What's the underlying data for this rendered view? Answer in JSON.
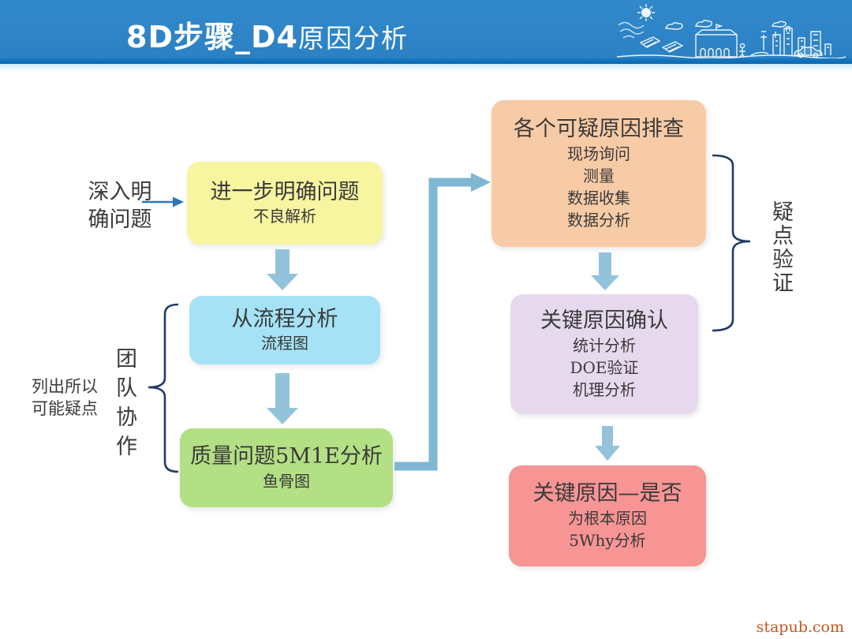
{
  "header": {
    "title_strong": "8D步骤_D4",
    "title_rest": "原因分析"
  },
  "flow": {
    "boxes": [
      {
        "id": "clarify-problem",
        "title": "进一步明确问题",
        "lines": [
          "不良解析"
        ]
      },
      {
        "id": "process-analysis",
        "title": "从流程分析",
        "lines": [
          "流程图"
        ]
      },
      {
        "id": "5m1e-analysis",
        "title": "质量问题5M1E分析",
        "lines": [
          "鱼骨图"
        ]
      },
      {
        "id": "suspect-causes",
        "title": "各个可疑原因排查",
        "lines": [
          "现场询问",
          "测量",
          "数据收集",
          "数据分析"
        ]
      },
      {
        "id": "key-cause-confirm",
        "title": "关键原因确认",
        "lines": [
          "统计分析",
          "DOE验证",
          "机理分析"
        ]
      },
      {
        "id": "root-cause-check",
        "title": "关键原因—是否",
        "lines": [
          "为根本原因",
          "5Why分析"
        ]
      }
    ],
    "labels": {
      "deep_line1": "深入明",
      "deep_line2": "确问题",
      "team": "团队协作",
      "list_line1": "列出所以",
      "list_line2": "可能疑点",
      "verify": "疑点验证"
    }
  },
  "watermark": "stapub.com",
  "icons": [
    "sun-icon",
    "cloud-icon",
    "solar-panels-icon",
    "arched-building-icon",
    "person-icon",
    "skyline-icon",
    "car-icon"
  ],
  "colors": {
    "header_blue": "#2E84C6",
    "header_strip": "#0E68AD",
    "box_yellow": "#F7F5A0",
    "box_blue": "#A5E2F5",
    "box_green": "#B3DF85",
    "box_orange": "#F7CBA6",
    "box_purple": "#E6D9EE",
    "box_red": "#F79494",
    "block_arrow_blue": "#93C3DB",
    "connector_blue": "#7FB7D3",
    "label_arrow_blue": "#2F75B5",
    "brace_navy": "#1F3A66",
    "text_dark": "#3A3A3A",
    "watermark_red": "#C2581F"
  }
}
